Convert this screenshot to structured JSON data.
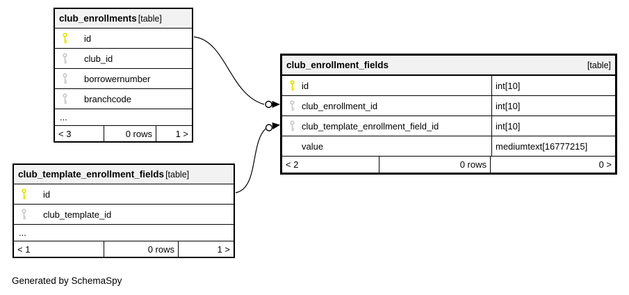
{
  "diagram": {
    "footer_note": "Generated by SchemaSpy",
    "ellipsis": "..."
  },
  "colors": {
    "primary_key": "#e2e200",
    "indexed_key": "#c9c9c9",
    "header_bg": "#f2f2f2",
    "border": "#000000"
  },
  "tables": [
    {
      "name": "club_enrollments",
      "badge": "[table]",
      "columns": [
        {
          "name": "id",
          "key": "primary"
        },
        {
          "name": "club_id",
          "key": "indexed"
        },
        {
          "name": "borrowernumber",
          "key": "indexed"
        },
        {
          "name": "branchcode",
          "key": "indexed"
        }
      ],
      "ellipsis": "...",
      "footer": {
        "left": "< 3",
        "center": "0 rows",
        "right": "1 >"
      }
    },
    {
      "name": "club_enrollment_fields",
      "badge": "[table]",
      "columns": [
        {
          "name": "id",
          "key": "primary",
          "type": "int[10]"
        },
        {
          "name": "club_enrollment_id",
          "key": "indexed",
          "type": "int[10]"
        },
        {
          "name": "club_template_enrollment_field_id",
          "key": "indexed",
          "type": "int[10]"
        },
        {
          "name": "value",
          "key": "none",
          "type": "mediumtext[16777215]"
        }
      ],
      "footer": {
        "left": "< 2",
        "center": "0 rows",
        "right": "0 >"
      }
    },
    {
      "name": "club_template_enrollment_fields",
      "badge": "[table]",
      "columns": [
        {
          "name": "id",
          "key": "primary"
        },
        {
          "name": "club_template_id",
          "key": "indexed"
        }
      ],
      "ellipsis": "...",
      "footer": {
        "left": "< 1",
        "center": "0 rows",
        "right": "1 >"
      }
    }
  ],
  "relationships": [
    {
      "from": "club_enrollments.id",
      "to": "club_enrollment_fields.club_enrollment_id"
    },
    {
      "from": "club_template_enrollment_fields.id",
      "to": "club_enrollment_fields.club_template_enrollment_field_id"
    }
  ]
}
